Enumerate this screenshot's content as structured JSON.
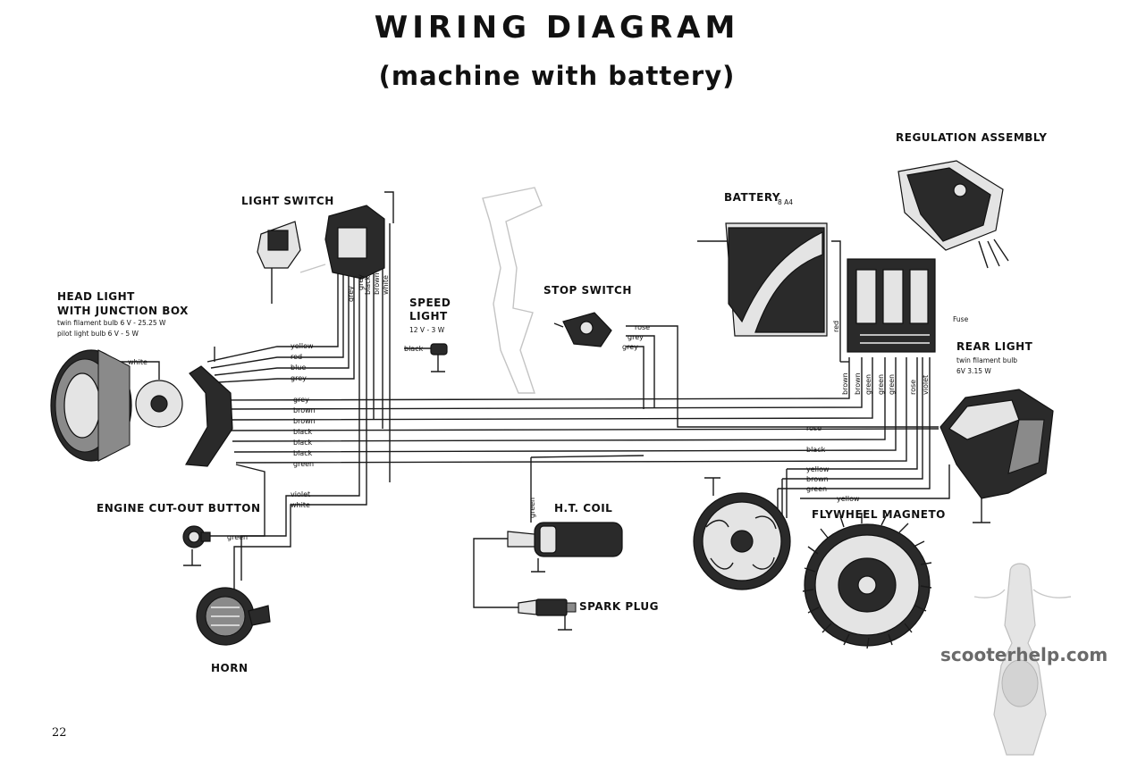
{
  "title": "WIRING DIAGRAM",
  "subtitle": "(machine with battery)",
  "page_number": "22",
  "watermark": "scooterhelp.com",
  "components": {
    "regulation_assembly": "REGULATION ASSEMBLY",
    "light_switch": "LIGHT SWITCH",
    "battery": "BATTERY",
    "battery_spec": "8 A4",
    "head_light_line1": "HEAD LIGHT",
    "head_light_line2": "WITH JUNCTION BOX",
    "head_light_spec1": "twin filament bulb 6 V - 25.25 W",
    "head_light_spec2": "pilot light bulb 6 V - 5 W",
    "speed_light_line1": "SPEED",
    "speed_light_line2": "LIGHT",
    "speed_light_spec": "12 V - 3 W",
    "stop_switch": "STOP SWITCH",
    "fuse": "Fuse",
    "rear_light": "REAR LIGHT",
    "rear_light_spec1": "twin filament bulb",
    "rear_light_spec2": "6V  3.15 W",
    "engine_cutout": "ENGINE CUT-OUT BUTTON",
    "ht_coil": "H.T. COIL",
    "spark_plug": "SPARK PLUG",
    "flywheel_magneto": "FLYWHEEL MAGNETO",
    "horn": "HORN"
  },
  "wire_labels": {
    "harness_left": [
      "yellow",
      "red",
      "blue",
      "grey",
      "grey",
      "brown",
      "brown",
      "black",
      "black",
      "black",
      "green",
      "violet",
      "white"
    ],
    "headlight_white": "white",
    "light_switch": [
      "grey",
      "grey",
      "black",
      "brown",
      "white"
    ],
    "speed_light": "black",
    "stop_switch": [
      "rose",
      "grey",
      "grey"
    ],
    "engine_cutout": "green",
    "ht_coil": "green",
    "harness_right": [
      "rose",
      "black",
      "yellow",
      "brown",
      "green",
      "yellow"
    ],
    "regulator": [
      "red",
      "brown",
      "brown",
      "green",
      "green",
      "green",
      "rose",
      "violet"
    ]
  },
  "colors": {
    "ink": "#111111",
    "paper": "#ffffff",
    "watermark": "#6a6a6a"
  }
}
